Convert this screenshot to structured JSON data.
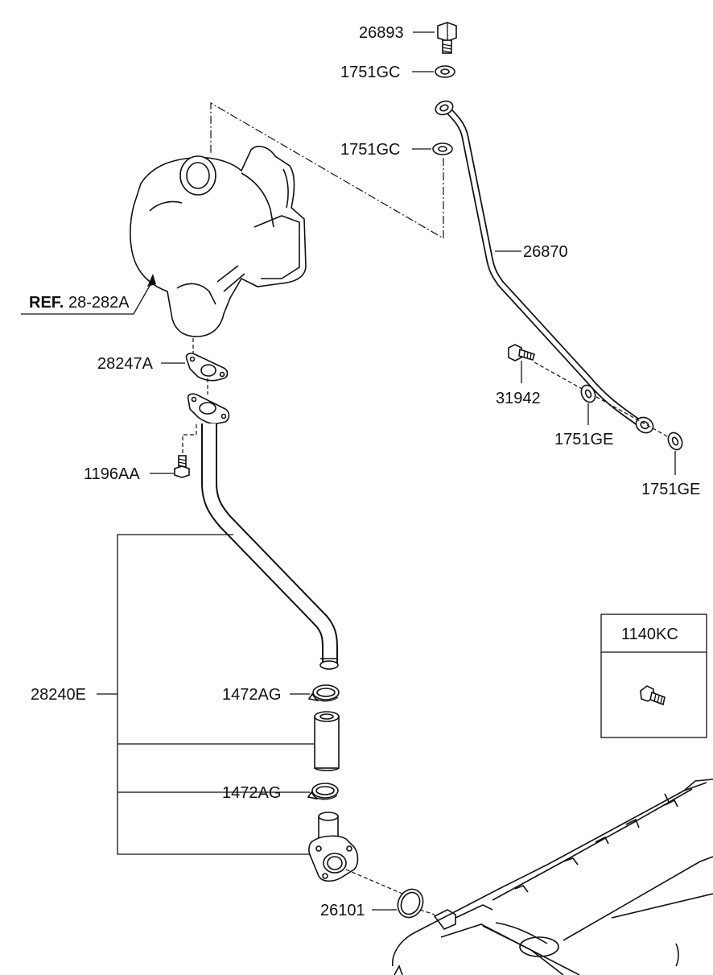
{
  "labels": {
    "p26893": "26893",
    "p1751gc_top": "1751GC",
    "p1751gc_mid": "1751GC",
    "p26870": "26870",
    "ref_bold": "REF.",
    "ref_num": "28-282A",
    "p28247a": "28247A",
    "p31942": "31942",
    "p1751ge_a": "1751GE",
    "p1751ge_b": "1751GE",
    "p1196aa": "1196AA",
    "p28240e": "28240E",
    "p1472ag_top": "1472AG",
    "p1472ag_bot": "1472AG",
    "p26101": "26101"
  },
  "inset": {
    "title": "1140KC"
  },
  "icons": [
    "turbocharger-icon",
    "bolt-icon",
    "washer-icon",
    "oil-feed-pipe-icon",
    "gasket-icon",
    "return-pipe-icon",
    "hose-clamp-icon",
    "hose-icon",
    "fitting-icon",
    "o-ring-icon",
    "cylinder-block-icon"
  ]
}
